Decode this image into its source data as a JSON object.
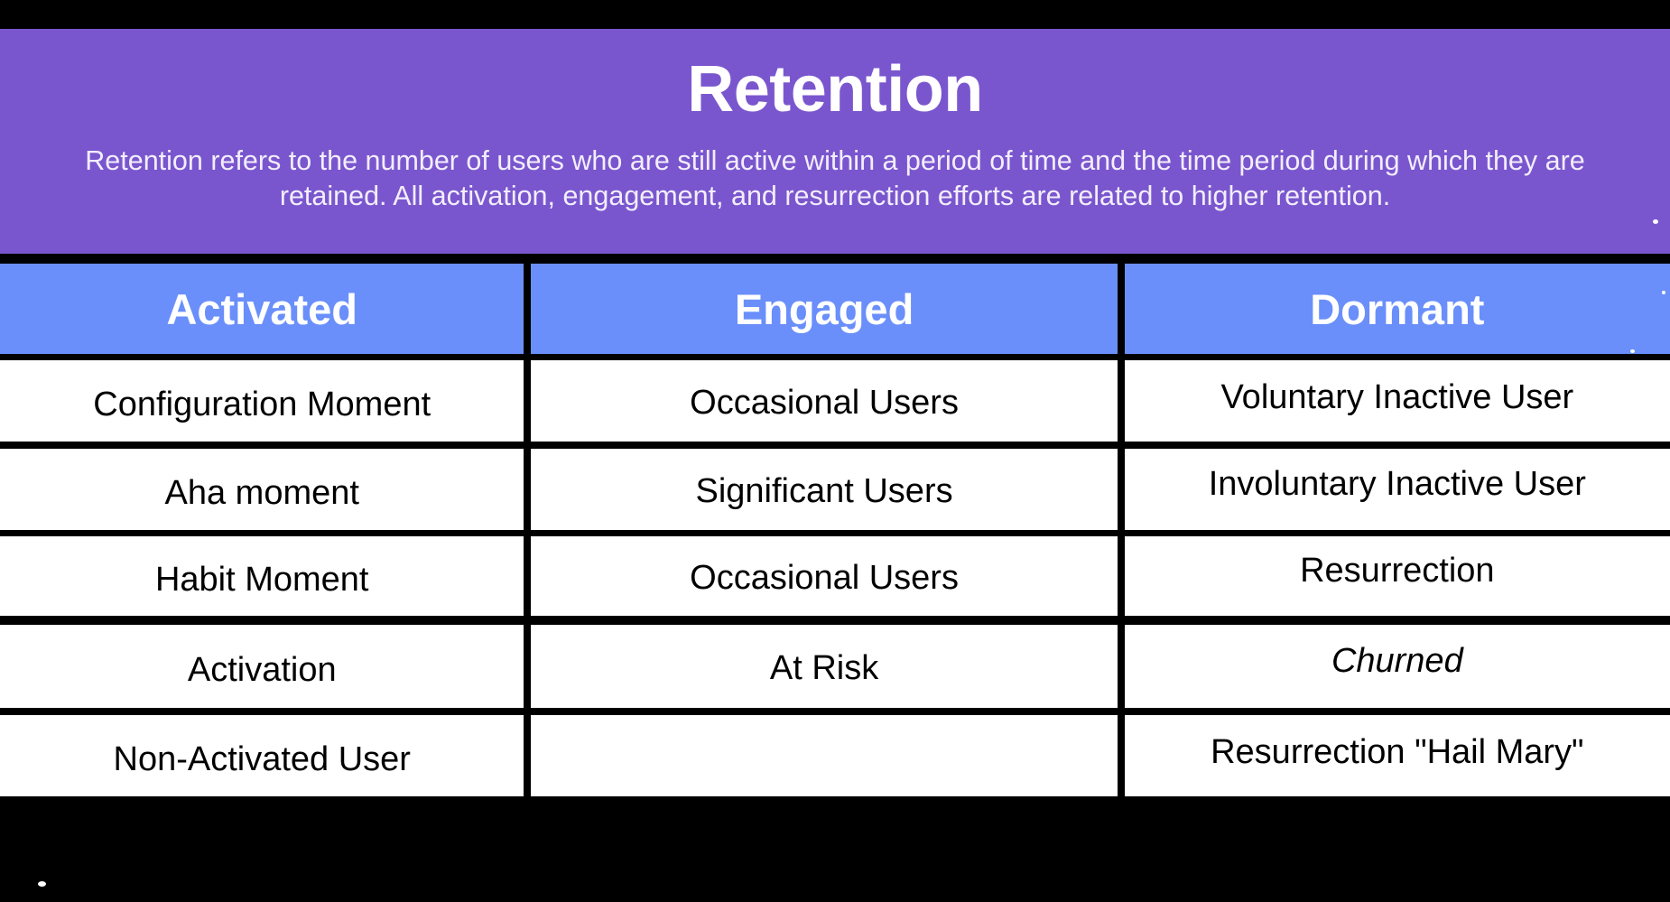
{
  "hero": {
    "title": "Retention",
    "description": "Retention refers to the number of users who are still active within a period of time and the time period during which they are retained. All activation, engagement, and resurrection efforts are related to higher retention.",
    "background_color": "#7a56ce",
    "text_color": "#ffffff"
  },
  "table": {
    "header_background_color": "#6a8ffb",
    "header_text_color": "#ffffff",
    "cell_background_color": "#ffffff",
    "cell_text_color": "#000000",
    "grid_color": "#000000",
    "columns": [
      {
        "label": "Activated"
      },
      {
        "label": "Engaged"
      },
      {
        "label": "Dormant"
      }
    ],
    "rows": [
      {
        "activated": "Configuration Moment",
        "engaged": "Occasional Users",
        "dormant": "Voluntary Inactive User"
      },
      {
        "activated": "Aha moment",
        "engaged": "Significant Users",
        "dormant": "Involuntary Inactive User"
      },
      {
        "activated": "Habit Moment",
        "engaged": "Occasional Users",
        "dormant": "Resurrection"
      },
      {
        "activated": "Activation",
        "engaged": "At Risk",
        "dormant": "Churned"
      },
      {
        "activated": "Non-Activated User",
        "engaged": "",
        "dormant": "Resurrection \"Hail Mary\""
      }
    ]
  }
}
